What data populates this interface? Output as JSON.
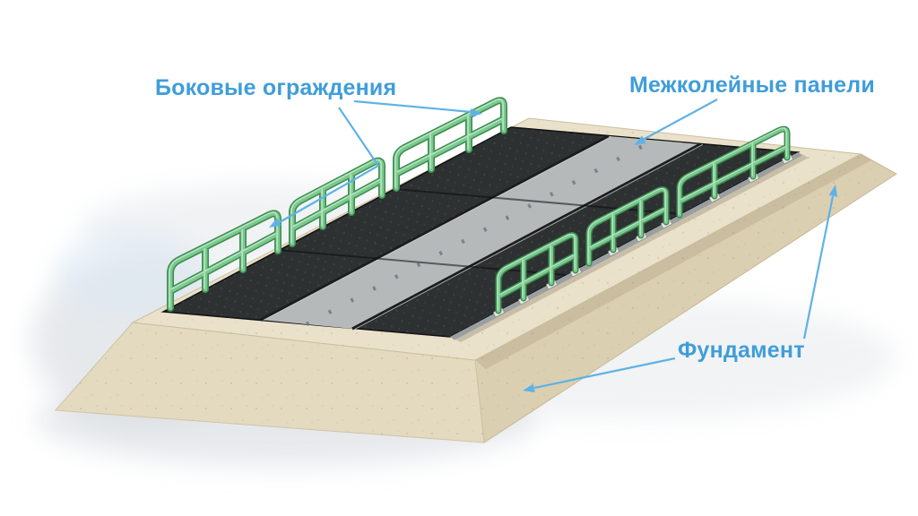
{
  "labels": {
    "side_guards": "Боковые ограждения",
    "inter_track_panels": "Межколейные панели",
    "foundation": "Фундамент"
  },
  "colors": {
    "label_text": "#3f9dda",
    "arrow": "#5fb2e4",
    "railing_green": "#7cc98e",
    "railing_green_dark": "#3e8e54",
    "deck_dark": "#2e3132",
    "panel_gray": "#b5b9ba",
    "foundation_top": "#eae1cb",
    "foundation_front": "#e4dabf",
    "foundation_side": "#dbcfb2",
    "background": "#ffffff"
  }
}
